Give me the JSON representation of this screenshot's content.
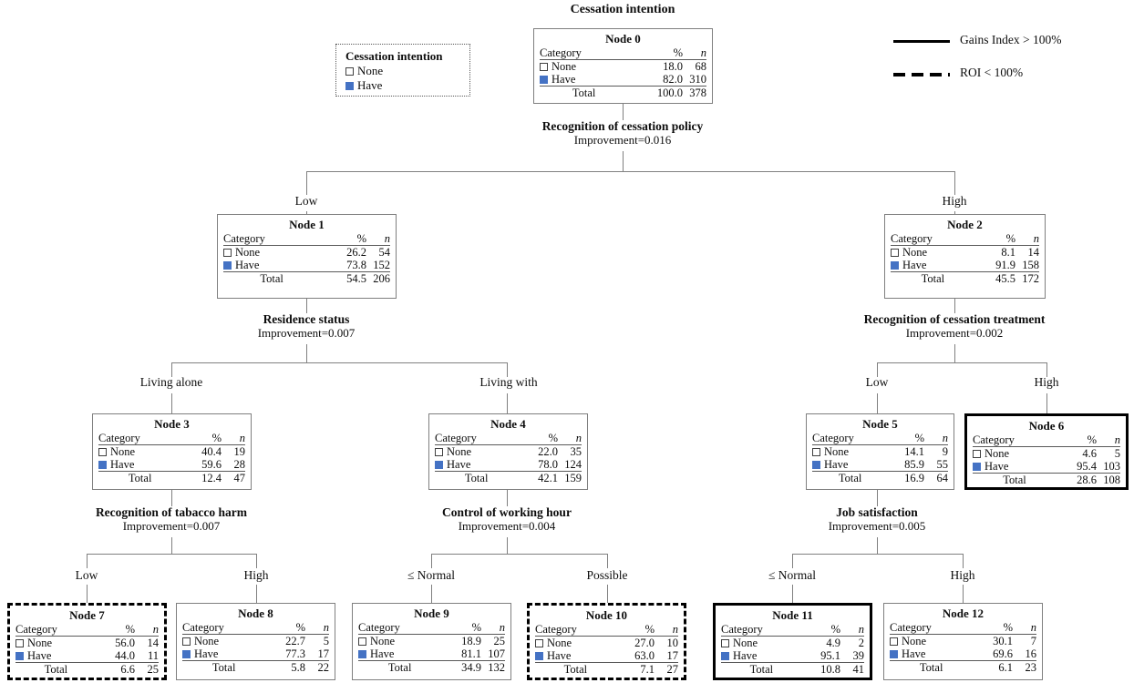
{
  "root_title": "Cessation intention",
  "colors": {
    "have": "#4472C4",
    "none": "#FFFFFF",
    "line": "#808080",
    "text": "#0D0D0D"
  },
  "category_legend": {
    "title": "Cessation intention",
    "items": [
      {
        "label": "None",
        "swatch": "none"
      },
      {
        "label": "Have",
        "swatch": "have"
      }
    ]
  },
  "line_legend": {
    "items": [
      {
        "style": "solid",
        "label": "Gains Index > 100%"
      },
      {
        "style": "dashed",
        "label": "ROI < 100%"
      }
    ]
  },
  "table_headers": {
    "category": "Category",
    "pct": "%",
    "n": "n",
    "total": "Total"
  },
  "nodes": {
    "n0": {
      "title": "Node 0",
      "none_pct": "18.0",
      "none_n": "68",
      "have_pct": "82.0",
      "have_n": "310",
      "total_pct": "100.0",
      "total_n": "378",
      "border": "thin"
    },
    "n1": {
      "title": "Node 1",
      "none_pct": "26.2",
      "none_n": "54",
      "have_pct": "73.8",
      "have_n": "152",
      "total_pct": "54.5",
      "total_n": "206",
      "border": "thin"
    },
    "n2": {
      "title": "Node 2",
      "none_pct": "8.1",
      "none_n": "14",
      "have_pct": "91.9",
      "have_n": "158",
      "total_pct": "45.5",
      "total_n": "172",
      "border": "thin"
    },
    "n3": {
      "title": "Node 3",
      "none_pct": "40.4",
      "none_n": "19",
      "have_pct": "59.6",
      "have_n": "28",
      "total_pct": "12.4",
      "total_n": "47",
      "border": "thin"
    },
    "n4": {
      "title": "Node 4",
      "none_pct": "22.0",
      "none_n": "35",
      "have_pct": "78.0",
      "have_n": "124",
      "total_pct": "42.1",
      "total_n": "159",
      "border": "thin"
    },
    "n5": {
      "title": "Node 5",
      "none_pct": "14.1",
      "none_n": "9",
      "have_pct": "85.9",
      "have_n": "55",
      "total_pct": "16.9",
      "total_n": "64",
      "border": "thin"
    },
    "n6": {
      "title": "Node 6",
      "none_pct": "4.6",
      "none_n": "5",
      "have_pct": "95.4",
      "have_n": "103",
      "total_pct": "28.6",
      "total_n": "108",
      "border": "thick"
    },
    "n7": {
      "title": "Node 7",
      "none_pct": "56.0",
      "none_n": "14",
      "have_pct": "44.0",
      "have_n": "11",
      "total_pct": "6.6",
      "total_n": "25",
      "border": "dashed"
    },
    "n8": {
      "title": "Node 8",
      "none_pct": "22.7",
      "none_n": "5",
      "have_pct": "77.3",
      "have_n": "17",
      "total_pct": "5.8",
      "total_n": "22",
      "border": "thin"
    },
    "n9": {
      "title": "Node 9",
      "none_pct": "18.9",
      "none_n": "25",
      "have_pct": "81.1",
      "have_n": "107",
      "total_pct": "34.9",
      "total_n": "132",
      "border": "thin"
    },
    "n10": {
      "title": "Node 10",
      "none_pct": "27.0",
      "none_n": "10",
      "have_pct": "63.0",
      "have_n": "17",
      "total_pct": "7.1",
      "total_n": "27",
      "border": "dashed"
    },
    "n11": {
      "title": "Node 11",
      "none_pct": "4.9",
      "none_n": "2",
      "have_pct": "95.1",
      "have_n": "39",
      "total_pct": "10.8",
      "total_n": "41",
      "border": "thick"
    },
    "n12": {
      "title": "Node 12",
      "none_pct": "30.1",
      "none_n": "7",
      "have_pct": "69.6",
      "have_n": "16",
      "total_pct": "6.1",
      "total_n": "23",
      "border": "thin"
    }
  },
  "category_labels": {
    "none": "None",
    "have": "Have"
  },
  "splits": {
    "s0": {
      "variable": "Recognition of cessation policy",
      "improvement": "Improvement=0.016"
    },
    "s1": {
      "variable": "Residence status",
      "improvement": "Improvement=0.007"
    },
    "s2": {
      "variable": "Recognition of cessation treatment",
      "improvement": "Improvement=0.002"
    },
    "s3": {
      "variable": "Recognition of tabacco harm",
      "improvement": "Improvement=0.007"
    },
    "s4": {
      "variable": "Control of working hour",
      "improvement": "Improvement=0.004"
    },
    "s5": {
      "variable": "Job satisfaction",
      "improvement": "Improvement=0.005"
    }
  },
  "edges": {
    "e0l": "Low",
    "e0r": "High",
    "e1l": "Living alone",
    "e1r": "Living with",
    "e2l": "Low",
    "e2r": "High",
    "e3l": "Low",
    "e3r": "High",
    "e4l": "≤ Normal",
    "e4r": "Possible",
    "e5l": "≤ Normal",
    "e5r": "High"
  }
}
